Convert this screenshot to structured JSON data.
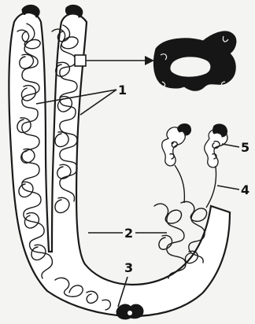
{
  "callouts": [
    {
      "id": "1",
      "text": "1"
    },
    {
      "id": "2",
      "text": "2"
    },
    {
      "id": "3",
      "text": "3"
    },
    {
      "id": "4",
      "text": "4"
    },
    {
      "id": "5",
      "text": "5"
    }
  ],
  "colors": {
    "ink": "#1a1a1a",
    "background": "#f4f4f2",
    "tissue": "#ffffff"
  }
}
